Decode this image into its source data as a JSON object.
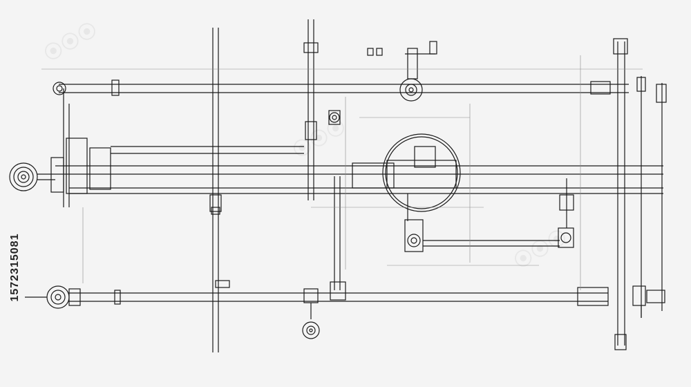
{
  "image_id_label": "1572315081",
  "colors": {
    "background": "#f4f4f4",
    "line": "#1a1a1a",
    "faint_line": "#8a8a8a"
  },
  "components": [
    "pulley-wheel",
    "pipe-frame",
    "gear-housing",
    "circular-drive-guide",
    "motor-block",
    "valve-fitting"
  ]
}
